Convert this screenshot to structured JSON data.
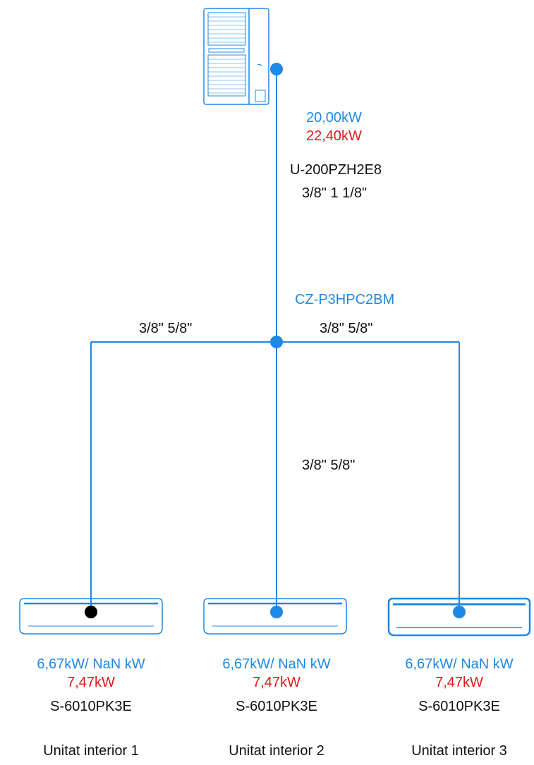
{
  "outdoor": {
    "capacity_cool": "20,00kW",
    "capacity_heat": "22,40kW",
    "model": "U-200PZH2E8",
    "pipe_sizes": "3/8\" 1 1/8\""
  },
  "branch": {
    "model": "CZ-P3HPC2BM",
    "pipe_left": "3/8\" 5/8\"",
    "pipe_right": "3/8\" 5/8\"",
    "pipe_center": "3/8\" 5/8\""
  },
  "indoor_units": [
    {
      "capacity": "6,67kW/ NaN kW",
      "heat": "7,47kW",
      "model": "S-6010PK3E",
      "label": "Unitat interior 1",
      "node_color": "#000000"
    },
    {
      "capacity": "6,67kW/ NaN kW",
      "heat": "7,47kW",
      "model": "S-6010PK3E",
      "label": "Unitat interior 2",
      "node_color": "#1e88e5"
    },
    {
      "capacity": "6,67kW/ NaN kW",
      "heat": "7,47kW",
      "model": "S-6010PK3E",
      "label": "Unitat interior 3",
      "node_color": "#1e88e5"
    }
  ],
  "colors": {
    "pipe": "#1e88e5",
    "cooling": "#1e88e5",
    "heating": "#e41818"
  }
}
